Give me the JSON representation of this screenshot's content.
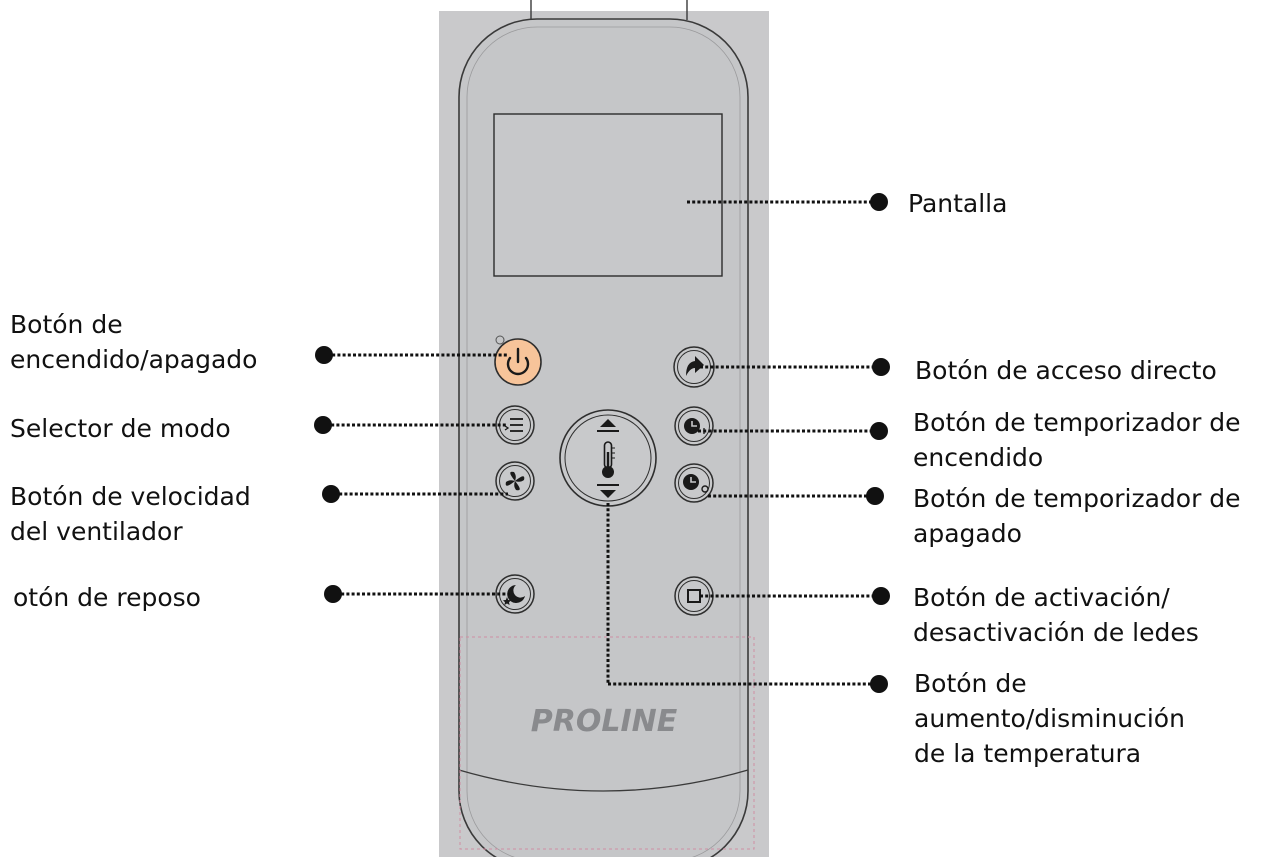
{
  "remote": {
    "brand": "PROLINE",
    "colors": {
      "backdrop": "#c9c9cb",
      "body": "#c5c6c8",
      "outline": "#3a3a3a",
      "power_button": "#f7c49a",
      "button": "#c8c9cb",
      "icon": "#1a1a1a",
      "leader": "#111111"
    },
    "buttons": [
      {
        "key": "power",
        "icon": "power-icon"
      },
      {
        "key": "shortcut",
        "icon": "shortcut-arrow-icon"
      },
      {
        "key": "mode",
        "icon": "mode-list-icon"
      },
      {
        "key": "timer_on",
        "icon": "timer-on-clock-icon"
      },
      {
        "key": "fan_speed",
        "icon": "fan-icon"
      },
      {
        "key": "timer_off",
        "icon": "timer-off-clock-icon"
      },
      {
        "key": "sleep",
        "icon": "sleep-moon-icon"
      },
      {
        "key": "led",
        "icon": "led-square-icon"
      },
      {
        "key": "temperature",
        "icon": "thermometer-icon"
      }
    ]
  },
  "labels": {
    "pantalla": [
      "Pantalla"
    ],
    "power": [
      "Botón de",
      "encendido/apagado"
    ],
    "shortcut": [
      "Botón de acceso directo"
    ],
    "mode": [
      "Selector de modo"
    ],
    "timer_on": [
      "Botón de temporizador de",
      "encendido"
    ],
    "fan_speed": [
      "Botón de velocidad",
      "del ventilador"
    ],
    "timer_off": [
      "Botón de temporizador de",
      "apagado"
    ],
    "sleep": [
      "otón de reposo"
    ],
    "led": [
      "Botón de activación/",
      "desactivación de ledes"
    ],
    "temperature": [
      "Botón de",
      "aumento/disminución",
      "de la temperatura"
    ]
  }
}
